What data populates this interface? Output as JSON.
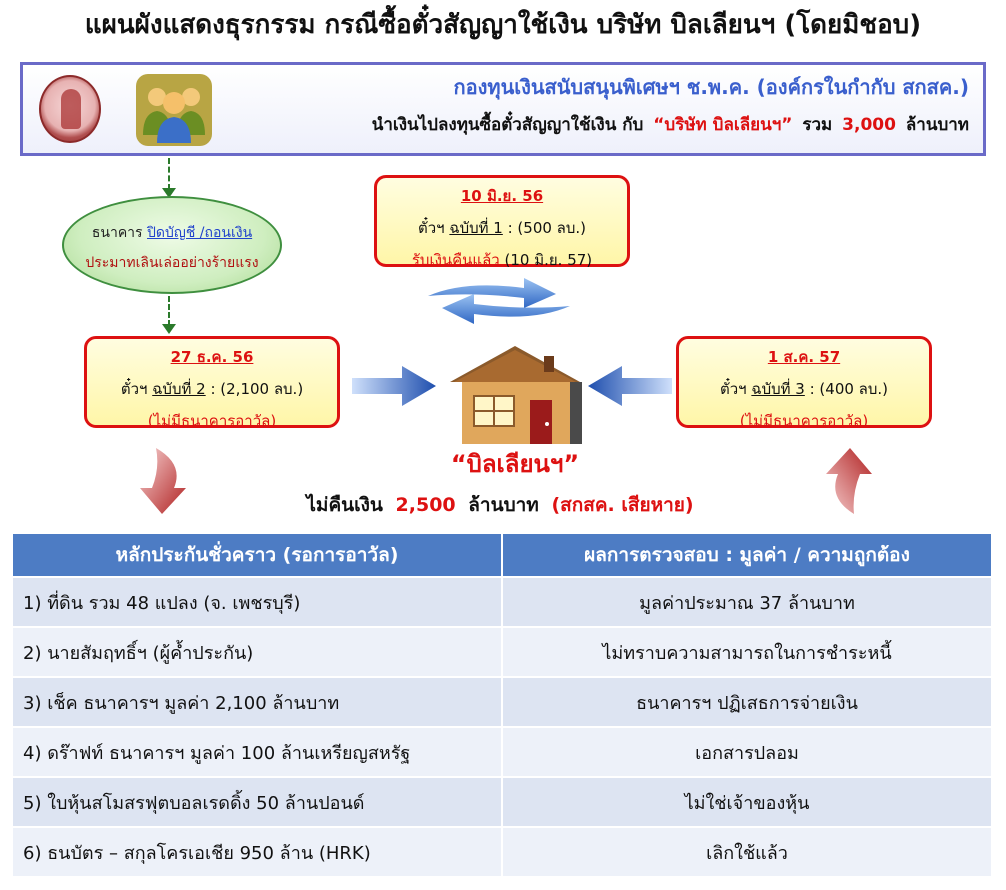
{
  "title": "แผนผังแสดงธุรกรรม กรณีซื้อตั๋วสัญญาใช้เงิน บริษัท บิลเลียนฯ (โดยมิชอบ)",
  "header": {
    "org_name": "กองทุนเงินสนับสนุนพิเศษฯ ช.พ.ค. (องค์กรในกำกับ สกสค.)",
    "invest_prefix": "นำเงินไปลงทุนซื้อตั๋วสัญญาใช้เงิน กับ",
    "company": "“บริษัท บิลเลียนฯ”",
    "total_label": "รวม",
    "total_amount": "3,000",
    "total_unit": "ล้านบาท"
  },
  "bank": {
    "prefix": "ธนาคาร",
    "action": "ปิดบัญชี /ถอนเงิน",
    "note": "ประมาทเลินเล่ออย่างร้ายแรง"
  },
  "notes": [
    {
      "date": "10 มิ.ย. 56",
      "desc_prefix": "ตั๋วฯ",
      "desc_issue": "ฉบับที่ 1",
      "desc_amount": ": (500  ลบ.)",
      "sub_red": "รับเงินคืนแล้ว",
      "sub_black": "(10 มิ.ย. 57)"
    },
    {
      "date": "27 ธ.ค. 56",
      "desc_prefix": "ตั๋วฯ",
      "desc_issue": "ฉบับที่ 2",
      "desc_amount": ": (2,100  ลบ.)",
      "sub_red": "(ไม่มีธนาคารอาวัล)"
    },
    {
      "date": "1 ส.ค. 57",
      "desc_prefix": "ตั๋วฯ",
      "desc_issue": "ฉบับที่ 3",
      "desc_amount": ": (400  ลบ.)",
      "sub_red": "(ไม่มีธนาคารอาวัล)"
    }
  ],
  "house_label": "“บิลเลียนฯ”",
  "result": {
    "prefix": "ไม่คืนเงิน",
    "amount": "2,500",
    "unit": "ล้านบาท",
    "note": "(สกสค. เสียหาย)"
  },
  "table": {
    "headers": [
      "หลักประกันชั่วคราว (รอการอาวัล)",
      "ผลการตรวจสอบ : มูลค่า / ความถูกต้อง"
    ],
    "rows": [
      [
        "1) ที่ดิน รวม 48 แปลง  (จ. เพชรบุรี)",
        "มูลค่าประมาณ  37  ล้านบาท"
      ],
      [
        "2) นายสัมฤทธิ์ฯ (ผู้ค้ำประกัน)",
        "ไม่ทราบความสามารถในการชำระหนี้"
      ],
      [
        "3) เช็ค ธนาคารฯ มูลค่า  2,100    ล้านบาท",
        "ธนาคารฯ  ปฏิเสธการจ่ายเงิน"
      ],
      [
        "4) ดร๊าฟท์ ธนาคารฯ มูลค่า  100  ล้านเหรียญสหรัฐ",
        "เอกสารปลอม"
      ],
      [
        "5) ใบหุ้นสโมสรฟุตบอลเรดดิ้ง    50 ล้านปอนด์",
        "ไม่ใช่เจ้าของหุ้น"
      ],
      [
        "6) ธนบัตร – สกุลโครเอเชีย   950 ล้าน (HRK)",
        "เลิกใช้แล้ว"
      ]
    ]
  },
  "colors": {
    "accent_blue": "#3a5fcd",
    "red": "#dd1111",
    "table_header": "#4d7cc4",
    "note_fill": "#fff6a8"
  },
  "icons": [
    "seal-icon",
    "people-icon",
    "house-icon",
    "arrow-right-icon",
    "arrow-left-icon",
    "swap-arrows-icon",
    "curved-arrow-down-icon",
    "curved-arrow-up-icon"
  ]
}
